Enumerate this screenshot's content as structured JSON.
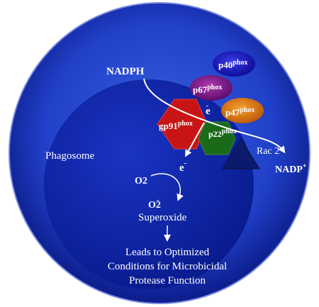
{
  "labels": {
    "nadph": "NADPH",
    "nadp": "NADP",
    "nadp_sup": "+",
    "phagosome": "Phagosome",
    "o2": "O2",
    "o2_minus": "O2",
    "o2_minus_sup": "-",
    "superoxide": "Superoxide",
    "electron_top": "e",
    "electron_top_sup": "-",
    "electron_low": "e",
    "electron_low_sup": "-",
    "outcome_line1": "Leads to Optimized",
    "outcome_line2": "Conditions for Microbicidal",
    "outcome_line3": "Protease Function"
  },
  "subunits": {
    "p40": {
      "name": "p40",
      "sup": "phox",
      "color": "#1414c8"
    },
    "p67": {
      "name": "p67",
      "sup": "phox",
      "color": "#8a1a8a"
    },
    "p47": {
      "name": "p47",
      "sup": "phox",
      "color": "#e07810"
    },
    "gp91": {
      "name": "gp91",
      "sup": "phox",
      "color": "#c81414"
    },
    "p22": {
      "name": "p22",
      "sup": "phox",
      "color": "#1a6a1a"
    },
    "rac2": {
      "name": "Rac 2",
      "color": "#0c1a6e"
    }
  },
  "colors": {
    "cell_outer": "#1a30c0",
    "phagosome": "#0a1fa0",
    "text": "#ffffff"
  }
}
